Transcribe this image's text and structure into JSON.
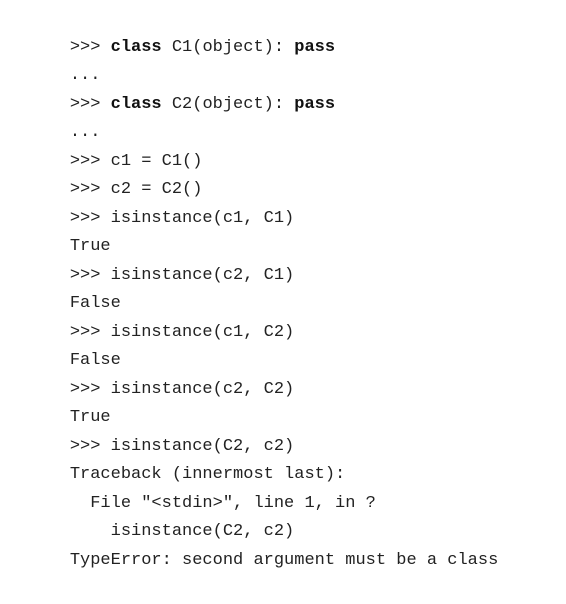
{
  "lines": [
    {
      "segments": [
        {
          "t": ">>> "
        },
        {
          "t": "class",
          "kw": true
        },
        {
          "t": " C1(object): "
        },
        {
          "t": "pass",
          "kw": true
        }
      ]
    },
    {
      "segments": [
        {
          "t": "..."
        }
      ]
    },
    {
      "segments": [
        {
          "t": ">>> "
        },
        {
          "t": "class",
          "kw": true
        },
        {
          "t": " C2(object): "
        },
        {
          "t": "pass",
          "kw": true
        }
      ]
    },
    {
      "segments": [
        {
          "t": "..."
        }
      ]
    },
    {
      "segments": [
        {
          "t": ">>> c1 = C1()"
        }
      ]
    },
    {
      "segments": [
        {
          "t": ">>> c2 = C2()"
        }
      ]
    },
    {
      "segments": [
        {
          "t": ">>> isinstance(c1, C1)"
        }
      ]
    },
    {
      "segments": [
        {
          "t": "True"
        }
      ]
    },
    {
      "segments": [
        {
          "t": ">>> isinstance(c2, C1)"
        }
      ]
    },
    {
      "segments": [
        {
          "t": "False"
        }
      ]
    },
    {
      "segments": [
        {
          "t": ">>> isinstance(c1, C2)"
        }
      ]
    },
    {
      "segments": [
        {
          "t": "False"
        }
      ]
    },
    {
      "segments": [
        {
          "t": ">>> isinstance(c2, C2)"
        }
      ]
    },
    {
      "segments": [
        {
          "t": "True"
        }
      ]
    },
    {
      "segments": [
        {
          "t": ">>> isinstance(C2, c2)"
        }
      ]
    },
    {
      "segments": [
        {
          "t": "Traceback (innermost last):"
        }
      ]
    },
    {
      "segments": [
        {
          "t": "  File \"<stdin>\", line 1, in ?"
        }
      ]
    },
    {
      "segments": [
        {
          "t": "    isinstance(C2, c2)"
        }
      ]
    },
    {
      "segments": [
        {
          "t": "TypeError: second argument must be a class"
        }
      ]
    }
  ]
}
